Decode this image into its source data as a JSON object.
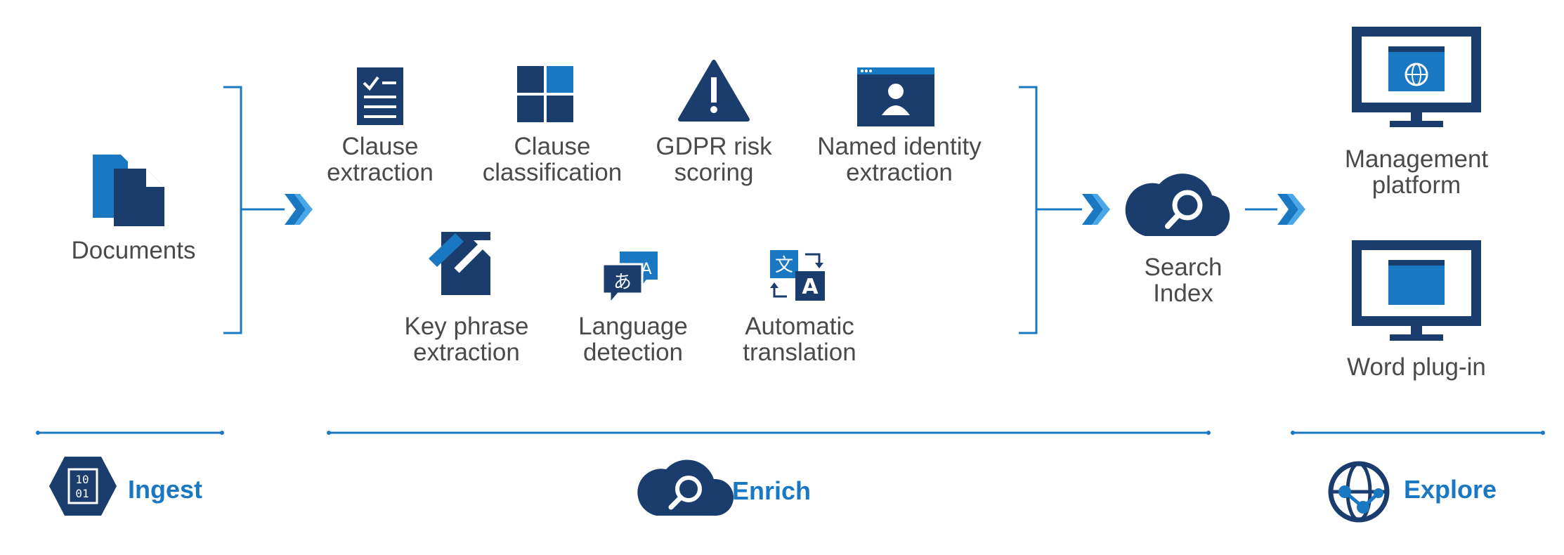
{
  "colors": {
    "navy": "#1b3d6e",
    "blue": "#1a78c2",
    "text": "#4a4a4a"
  },
  "source": {
    "label": "Documents",
    "icon": "documents-icon"
  },
  "enrich_top": [
    {
      "line1": "Clause",
      "line2": "extraction",
      "icon": "checklist-document-icon"
    },
    {
      "line1": "Clause",
      "line2": "classification",
      "icon": "grid-squares-icon"
    },
    {
      "line1": "GDPR risk",
      "line2": "scoring",
      "icon": "warning-triangle-icon"
    },
    {
      "line1": "Named identity",
      "line2": "extraction",
      "icon": "person-card-icon"
    }
  ],
  "enrich_bottom": [
    {
      "line1": "Key phrase",
      "line2": "extraction",
      "icon": "tag-arrow-icon"
    },
    {
      "line1": "Language",
      "line2": "detection",
      "icon": "speech-bubbles-icon"
    },
    {
      "line1": "Automatic",
      "line2": "translation",
      "icon": "translate-icon"
    }
  ],
  "search": {
    "line1": "Search",
    "line2": "Index",
    "icon": "cloud-search-icon"
  },
  "explore_items": [
    {
      "line1": "Management",
      "line2": "platform",
      "icon": "monitor-globe-icon"
    },
    {
      "line1": "Word plug-in",
      "icon": "monitor-window-icon"
    }
  ],
  "icon_glyphs": {
    "language_hiragana": "あ",
    "language_latin": "A",
    "translate_cjk": "文",
    "translate_latin": "A",
    "binary_top": "10",
    "binary_bottom": "01"
  },
  "phases": [
    {
      "label": "Ingest",
      "icon": "binary-hexagon-icon"
    },
    {
      "label": "Enrich",
      "icon": "cloud-search-icon"
    },
    {
      "label": "Explore",
      "icon": "globe-network-icon"
    }
  ]
}
